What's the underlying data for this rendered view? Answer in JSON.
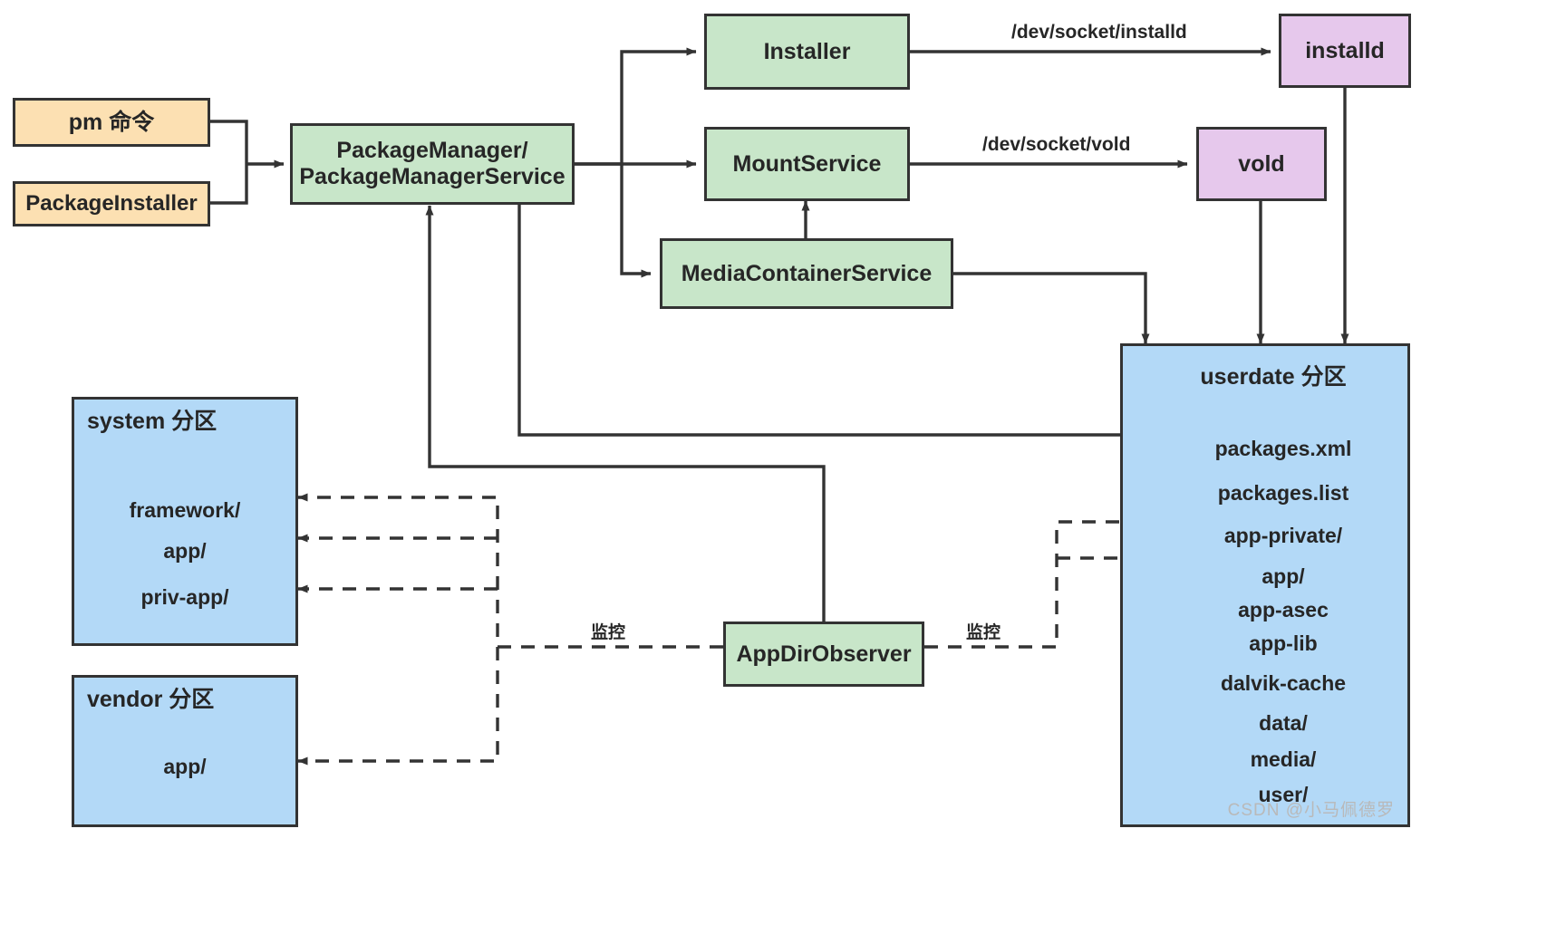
{
  "diagram": {
    "title": "Android PackageManagerService architecture",
    "colors": {
      "green": "#c8e6c9",
      "orange": "#fce0b2",
      "purple": "#e6c8ec",
      "blue": "#b3d9f7",
      "stroke": "#333333",
      "text": "#262626"
    },
    "watermark": "CSDN @小马佩德罗"
  },
  "nodes": {
    "pm_command": "pm 命令",
    "package_installer": "PackageInstaller",
    "package_manager": "PackageManager/\nPackageManagerService",
    "package_manager_line1": "PackageManager/",
    "package_manager_line2": "PackageManagerService",
    "installer": "Installer",
    "mount_service": "MountService",
    "media_container_service": "MediaContainerService",
    "installd": "installd",
    "vold": "vold",
    "app_dir_observer": "AppDirObserver"
  },
  "partitions": {
    "system": {
      "title": "system 分区",
      "items": [
        "framework/",
        "app/",
        "priv-app/"
      ]
    },
    "vendor": {
      "title": "vendor 分区",
      "items": [
        "app/"
      ]
    },
    "userdate": {
      "title": "userdate 分区",
      "items": [
        "packages.xml",
        "packages.list",
        "app-private/",
        "app/",
        "app-asec",
        "app-lib",
        "dalvik-cache",
        "data/",
        "media/",
        "user/"
      ]
    }
  },
  "edge_labels": {
    "installd_socket": "/dev/socket/installd",
    "vold_socket": "/dev/socket/vold",
    "monitor_left": "监控",
    "monitor_right": "监控"
  }
}
